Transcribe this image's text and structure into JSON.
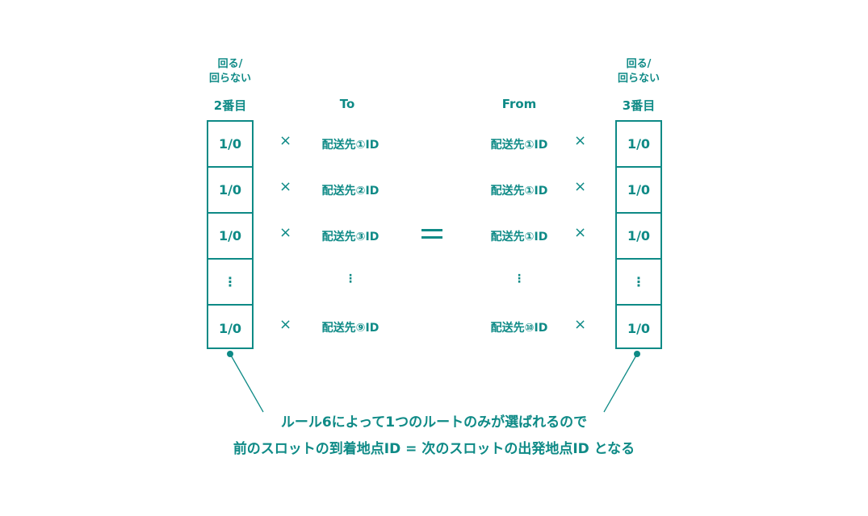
{
  "left": {
    "caption_line1": "回る/",
    "caption_line2": "回らない",
    "header": "2番目",
    "cells": [
      "1/0",
      "1/0",
      "1/0",
      "⋮",
      "1/0"
    ]
  },
  "right": {
    "caption_line1": "回る/",
    "caption_line2": "回らない",
    "header": "3番目",
    "cells": [
      "1/0",
      "1/0",
      "1/0",
      "⋮",
      "1/0"
    ]
  },
  "to": {
    "header": "To",
    "items": [
      "配送先①ID",
      "配送先②ID",
      "配送先③ID",
      "⋮",
      "配送先⑨ID"
    ]
  },
  "from": {
    "header": "From",
    "items": [
      "配送先①ID",
      "配送先①ID",
      "配送先①ID",
      "⋮",
      "配送先⑩ID"
    ]
  },
  "operators": {
    "times": "×",
    "equals": "="
  },
  "note": {
    "line1": "ルール6によって1つのルートのみが選ばれるので",
    "line2": "前のスロットの到着地点ID = 次のスロットの出発地点ID となる"
  },
  "colors": {
    "accent": "#0e8a86"
  }
}
